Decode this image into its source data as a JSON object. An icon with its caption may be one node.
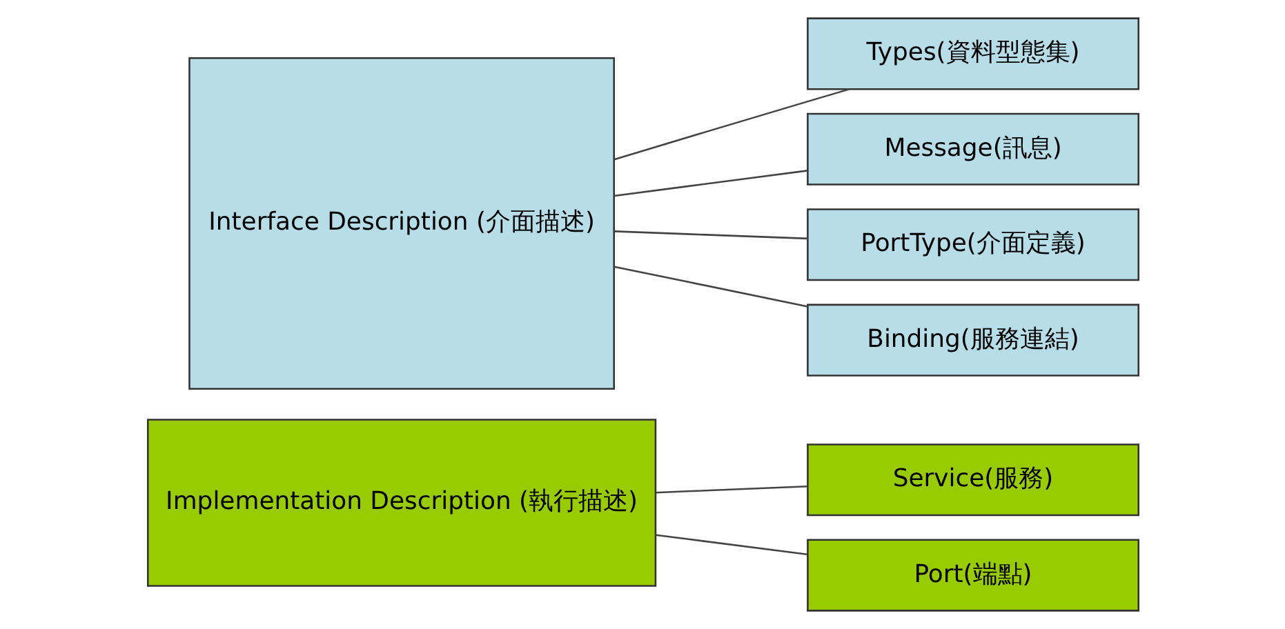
{
  "diagram": {
    "nodes": [
      {
        "text": [
          "Implementation Description (執行描述)"
        ]
      },
      {
        "text": [
          "Service(服務)"
        ]
      },
      {
        "text": [
          "Port(端點)"
        ]
      },
      {
        "text": [
          "Interface Description (介面描述)"
        ]
      },
      {
        "text": [
          "Types(資料型態集)"
        ]
      },
      {
        "text": [
          "Message(訊息)"
        ]
      },
      {
        "text": [
          "PortType(介面定義)"
        ]
      },
      {
        "text": [
          "Binding(服務連結)"
        ]
      }
    ],
    "edges": [
      {
        "from": 0,
        "to": 1,
        "arrow": "none"
      },
      {
        "from": 0,
        "to": 2,
        "arrow": "none"
      },
      {
        "from": 3,
        "to": 4,
        "arrow": "none"
      },
      {
        "from": 3,
        "to": 5,
        "arrow": "none"
      },
      {
        "from": 3,
        "to": 6,
        "arrow": "none"
      },
      {
        "from": 3,
        "to": 7,
        "arrow": "none"
      }
    ]
  }
}
